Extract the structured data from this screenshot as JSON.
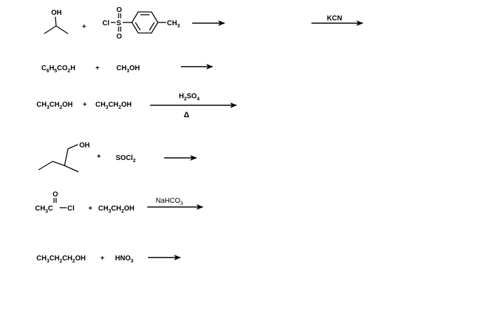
{
  "reactions": [
    {
      "id": "r1",
      "reactant1": "OH",
      "plus": "+",
      "reactant2_cl": "Cl",
      "reactant2_o_top": "O",
      "reactant2_s": "S",
      "reactant2_o_bottom": "O",
      "reactant2_ch3": "CH3",
      "second_step_reagent": "KCN"
    },
    {
      "id": "r2",
      "reactant1": "C6H5CO2H",
      "plus": "+",
      "reactant2": "CH3OH"
    },
    {
      "id": "r3",
      "reactant1": "CH3CH2OH",
      "plus": "+",
      "reactant2": "CH3CH2OH",
      "reagent_above": "H2SO4",
      "reagent_below": "Δ"
    },
    {
      "id": "r4",
      "reactant1": "OH",
      "plus": "+",
      "reactant2": "SOCl2"
    },
    {
      "id": "r5",
      "reactant1_o": "O",
      "reactant1": "CH3C",
      "reactant1_cl": "Cl",
      "plus": "+",
      "reactant2": "CH3CH2OH",
      "reagent_above": "NaHCO3"
    },
    {
      "id": "r6",
      "reactant1": "CH3CH2CH2OH",
      "plus": "+",
      "reactant2": "HNO3"
    }
  ]
}
